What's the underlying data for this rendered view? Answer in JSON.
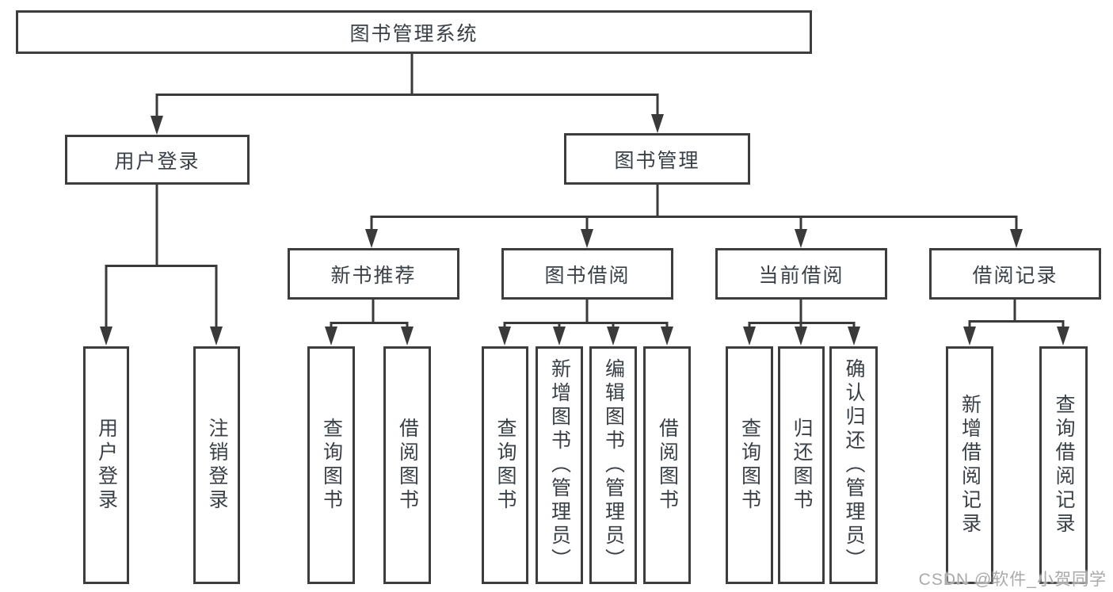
{
  "nodes": {
    "root": "图书管理系统",
    "level2": {
      "user_login": "用户登录",
      "book_management": "图书管理"
    },
    "level3": {
      "new_book_recommend": "新书推荐",
      "book_borrow": "图书借阅",
      "current_borrow": "当前借阅",
      "borrow_records": "借阅记录"
    },
    "leaves": {
      "user_login": [
        "用户登录",
        "注销登录"
      ],
      "new_book_recommend": [
        "查询图书",
        "借阅图书"
      ],
      "book_borrow": [
        "查询图书",
        "新增图书（管理员）",
        "编辑图书（管理员）",
        "借阅图书"
      ],
      "current_borrow": [
        "查询图书",
        "归还图书",
        "确认归还（管理员）"
      ],
      "borrow_records": [
        "新增借阅记录",
        "查询借阅记录"
      ]
    }
  },
  "watermark": "CSDN @软件_小贺同学",
  "colors": {
    "line": "#3a3a3a",
    "box_border": "#3d3d3d",
    "text": "#3a4047",
    "watermark": "#aaaaaa",
    "background": "#ffffff"
  }
}
